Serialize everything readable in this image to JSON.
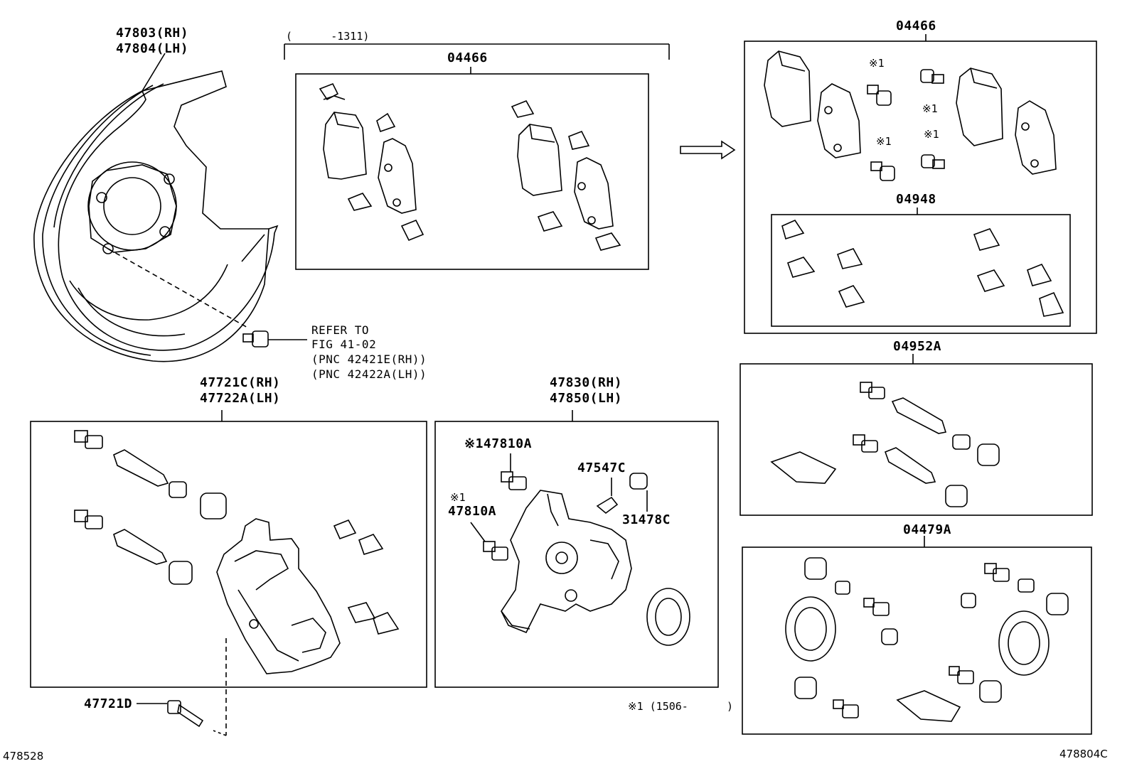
{
  "shield": {
    "part_rh": "47803(RH)",
    "part_lh": "47804(LH)"
  },
  "bolt_ref": {
    "line1": "REFER TO",
    "line2": "FIG 41-02",
    "line3": "(PNC 42421E(RH))",
    "line4": "(PNC 42422A(LH))"
  },
  "top_kit": {
    "date_range": "(      -1311)",
    "part": "04466"
  },
  "right_kit": {
    "part": "04466",
    "note_mark": "※1",
    "sub_part": "04948"
  },
  "guide_kit": {
    "part": "04952A"
  },
  "repair_kit": {
    "part": "04479A"
  },
  "mounting": {
    "part_rh": "47721C(RH)",
    "part_lh": "47722A(LH)",
    "bolt": "47721D"
  },
  "caliper": {
    "part_rh": "47830(RH)",
    "part_lh": "47850(LH)",
    "bolt_top": "※147810A",
    "bolt_mid_mark": "※1",
    "bolt_mid": "47810A",
    "bleeder": "47547C",
    "cap": "31478C"
  },
  "footnote": "※1 (1506-      )",
  "fig_left": "478528",
  "fig_right": "478804C",
  "colors": {
    "line": "#000000",
    "bg": "#ffffff"
  }
}
